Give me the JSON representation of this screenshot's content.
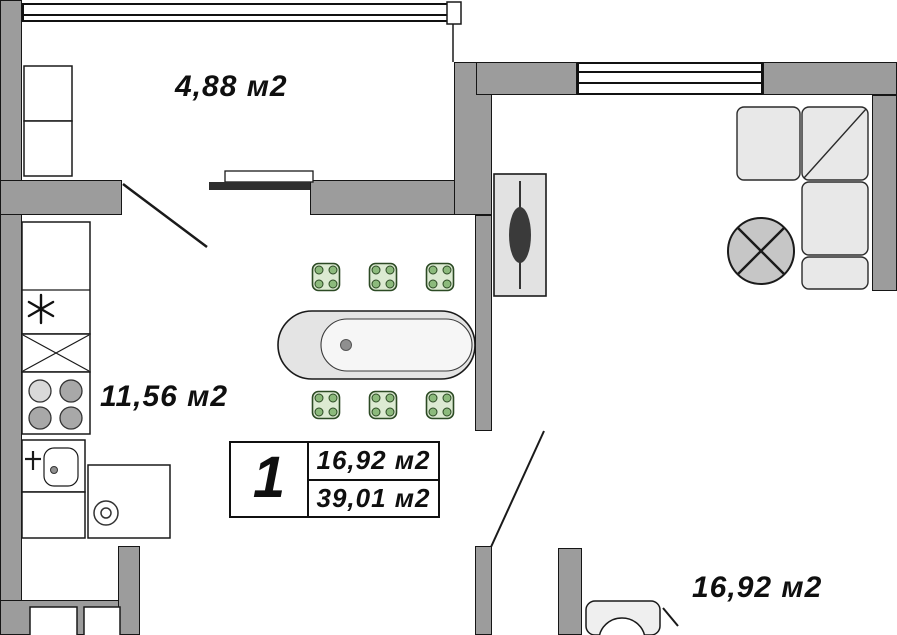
{
  "rooms": {
    "balcony": {
      "area": "4,88 м2"
    },
    "kitchen": {
      "area": "11,56 м2"
    },
    "living_room": {
      "area": "16,92 м2"
    }
  },
  "info_box": {
    "room_count": "1",
    "living_area": "16,92 м2",
    "total_area": "39,01 м2"
  },
  "colors": {
    "wall_fill": "#9c9c9c",
    "outline": "#161616",
    "furniture_fill": "#e4e4e4",
    "chair_fill": "#dcead2",
    "chair_accent": "#8cba7c",
    "mirror_dark": "#3a3a3a",
    "background": "#ffffff"
  },
  "icons": {
    "fridge": "snowflake-asterisk",
    "stove": "four-burner-circles",
    "vent": "crossed-box",
    "sink": "basin-with-faucet",
    "washing_machine": "spiral-drum",
    "dining_table": "rounded-oval-table",
    "chairs": "green-square-chair",
    "wardrobe": "mirror-ellipse",
    "side_table": "circle-with-x",
    "sofa": "corner-sofa",
    "doors": "diagonal-swing-line"
  }
}
